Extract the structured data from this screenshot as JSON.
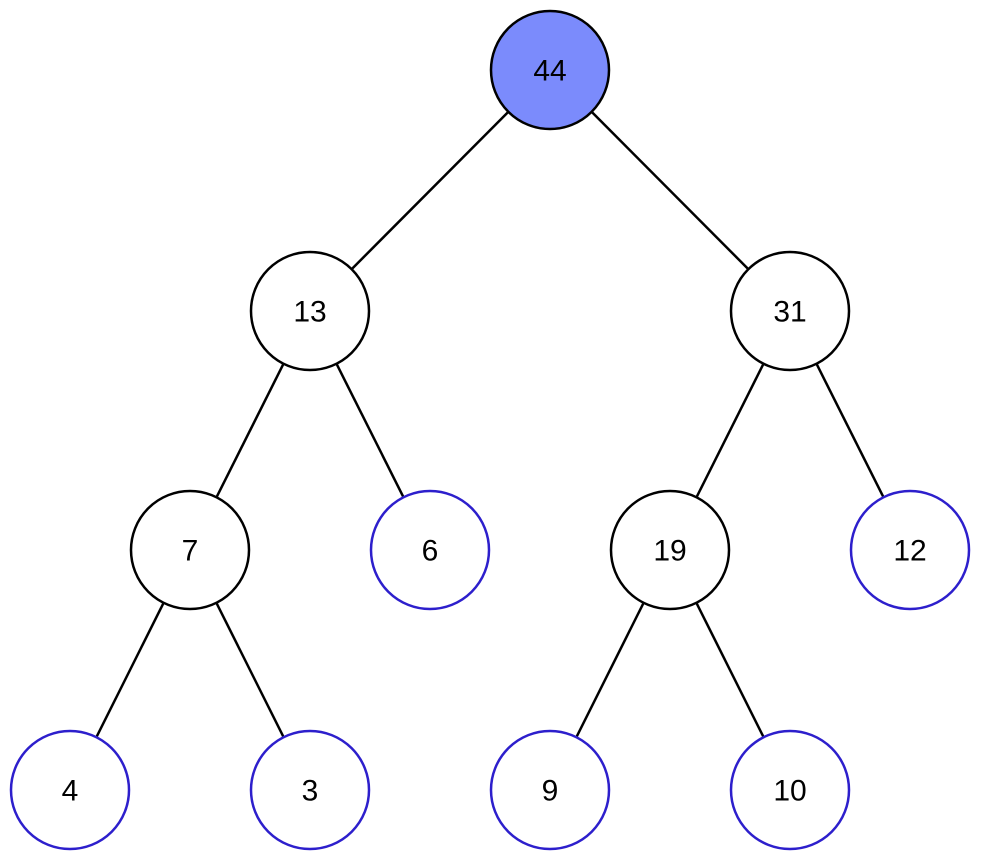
{
  "colors": {
    "root_fill": "#7b8bfc",
    "node_fill": "#ffffff",
    "internal_stroke": "#000000",
    "leaf_stroke": "#2d1fcc",
    "edge": "#000000",
    "text": "#000000"
  },
  "tree": {
    "nodes": [
      {
        "id": "n44",
        "label": "44",
        "kind": "root"
      },
      {
        "id": "n13",
        "label": "13",
        "kind": "internal"
      },
      {
        "id": "n31",
        "label": "31",
        "kind": "internal"
      },
      {
        "id": "n7",
        "label": "7",
        "kind": "internal"
      },
      {
        "id": "n6",
        "label": "6",
        "kind": "leaf"
      },
      {
        "id": "n19",
        "label": "19",
        "kind": "internal"
      },
      {
        "id": "n12",
        "label": "12",
        "kind": "leaf"
      },
      {
        "id": "n4",
        "label": "4",
        "kind": "leaf"
      },
      {
        "id": "n3",
        "label": "3",
        "kind": "leaf"
      },
      {
        "id": "n9",
        "label": "9",
        "kind": "leaf"
      },
      {
        "id": "n10",
        "label": "10",
        "kind": "leaf"
      }
    ],
    "edges": [
      [
        "n44",
        "n13"
      ],
      [
        "n44",
        "n31"
      ],
      [
        "n13",
        "n7"
      ],
      [
        "n13",
        "n6"
      ],
      [
        "n31",
        "n19"
      ],
      [
        "n31",
        "n12"
      ],
      [
        "n7",
        "n4"
      ],
      [
        "n7",
        "n3"
      ],
      [
        "n19",
        "n9"
      ],
      [
        "n19",
        "n10"
      ]
    ]
  }
}
